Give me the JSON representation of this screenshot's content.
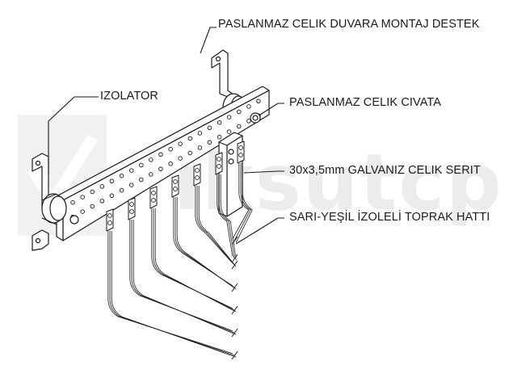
{
  "watermark": {
    "text": "iksutcp"
  },
  "labels": {
    "wall_bracket": "PASLANMAZ CELIK DUVARA MONTAJ DESTEK",
    "insulator": "IZOLATOR",
    "bolt": "PASLANMAZ CELIK CIVATA",
    "strip": "30x3,5mm GALVANIZ CELIK SERIT",
    "ground_wire": "SARI-YEŞİL İZOLELİ TOPRAK HATTI"
  },
  "colors": {
    "line": "#1a1a1a",
    "watermark": "#ececec"
  },
  "wires": {
    "count": 7
  }
}
